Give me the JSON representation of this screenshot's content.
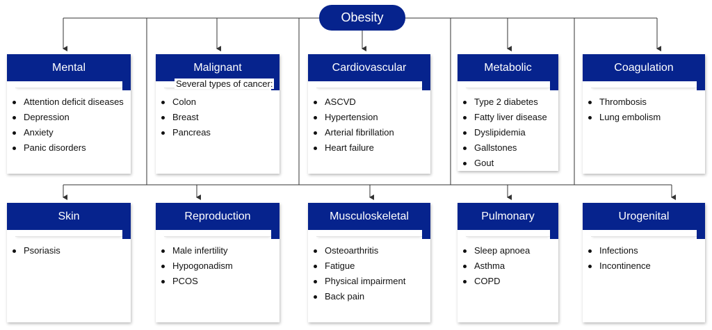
{
  "root": {
    "label": "Obesity"
  },
  "categories": [
    {
      "title": "Mental",
      "items": [
        "Attention deficit diseases",
        "Depression",
        "Anxiety",
        "Panic disorders"
      ]
    },
    {
      "title": "Malignant",
      "note": "Several types of cancer:",
      "items": [
        "Colon",
        "Breast",
        "Pancreas"
      ]
    },
    {
      "title": "Cardiovascular",
      "items": [
        "ASCVD",
        "Hypertension",
        "Arterial fibrillation",
        "Heart failure"
      ]
    },
    {
      "title": "Metabolic",
      "items": [
        "Type 2 diabetes",
        "Fatty liver disease",
        "Dyslipidemia",
        "Gallstones",
        "Gout"
      ]
    },
    {
      "title": "Coagulation",
      "items": [
        "Thrombosis",
        "Lung embolism"
      ]
    },
    {
      "title": "Skin",
      "items": [
        "Psoriasis"
      ]
    },
    {
      "title": "Reproduction",
      "items": [
        "Male infertility",
        "Hypogonadism",
        "PCOS"
      ]
    },
    {
      "title": "Musculoskeletal",
      "items": [
        "Osteoarthritis",
        "Fatigue",
        "Physical impairment",
        "Back pain"
      ]
    },
    {
      "title": "Pulmonary",
      "items": [
        "Sleep apnoea",
        "Asthma",
        "COPD"
      ]
    },
    {
      "title": "Urogenital",
      "items": [
        "Infections",
        "Incontinence"
      ]
    }
  ],
  "colors": {
    "header": "#06238d",
    "connector": "#333333",
    "text": "#111111"
  }
}
